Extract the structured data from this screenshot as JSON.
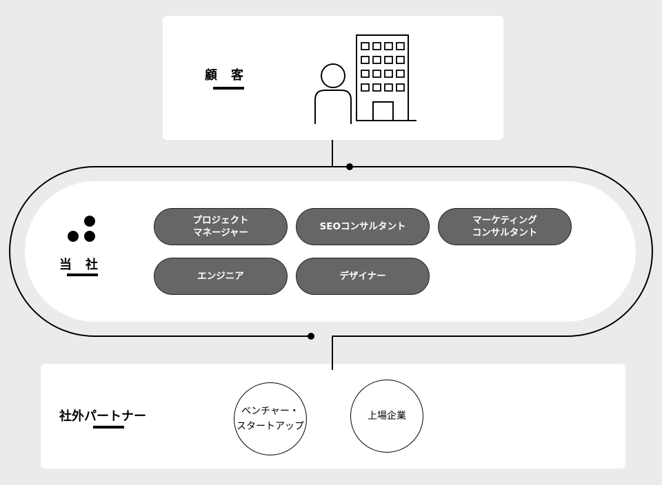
{
  "customer": {
    "title": "顧　客",
    "icon": "person-building-icon"
  },
  "company": {
    "title": "当　社",
    "icon": "three-dots-icon",
    "roles": [
      "プロジェクト\nマネージャー",
      "SEOコンサルタント",
      "マーケティング\nコンサルタント",
      "エンジニア",
      "デザイナー"
    ]
  },
  "partners": {
    "title": "社外パートナー",
    "items": [
      "ベンチャー・\nスタートアップ",
      "上場企業"
    ]
  }
}
